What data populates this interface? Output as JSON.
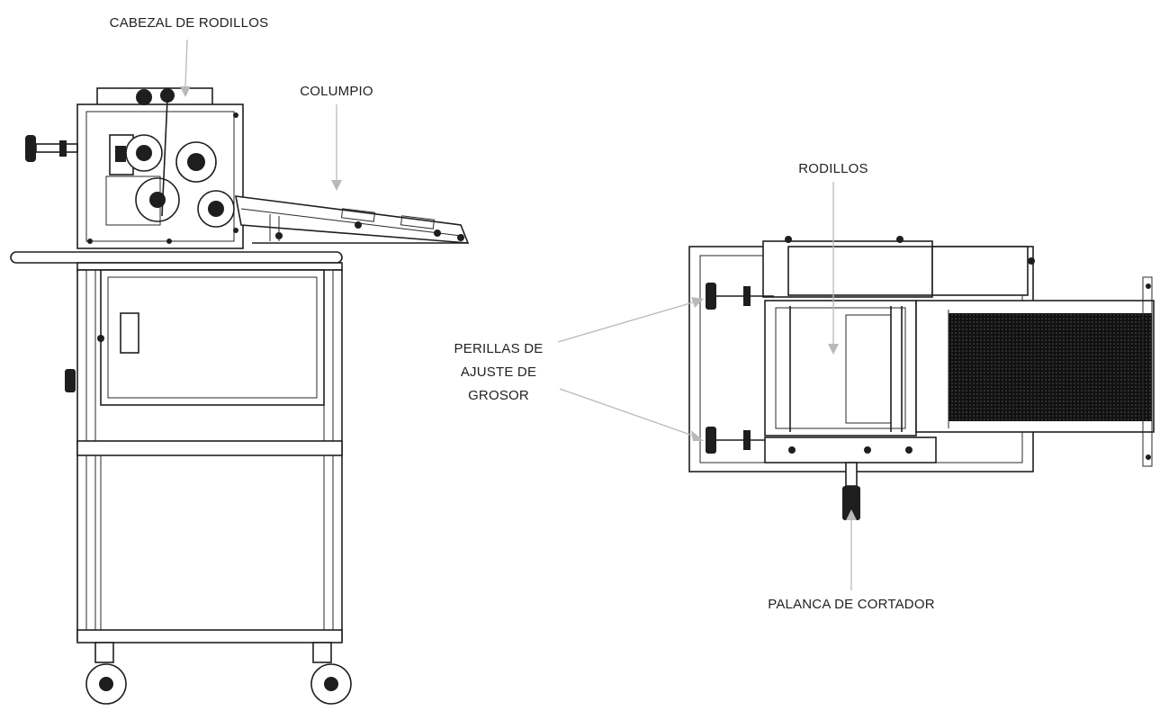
{
  "labels": {
    "roller_head": "CABEZAL DE RODILLOS",
    "swing": "COLUMPIO",
    "rollers": "RODILLOS",
    "knobs_line1": "PERILLAS DE",
    "knobs_line2": "AJUSTE DE",
    "knobs_line3": "GROSOR",
    "cutter_lever": "PALANCA DE CORTADOR"
  },
  "colors": {
    "ink": "#1f1f1f",
    "leader": "#b9b9b9",
    "background": "#ffffff"
  }
}
